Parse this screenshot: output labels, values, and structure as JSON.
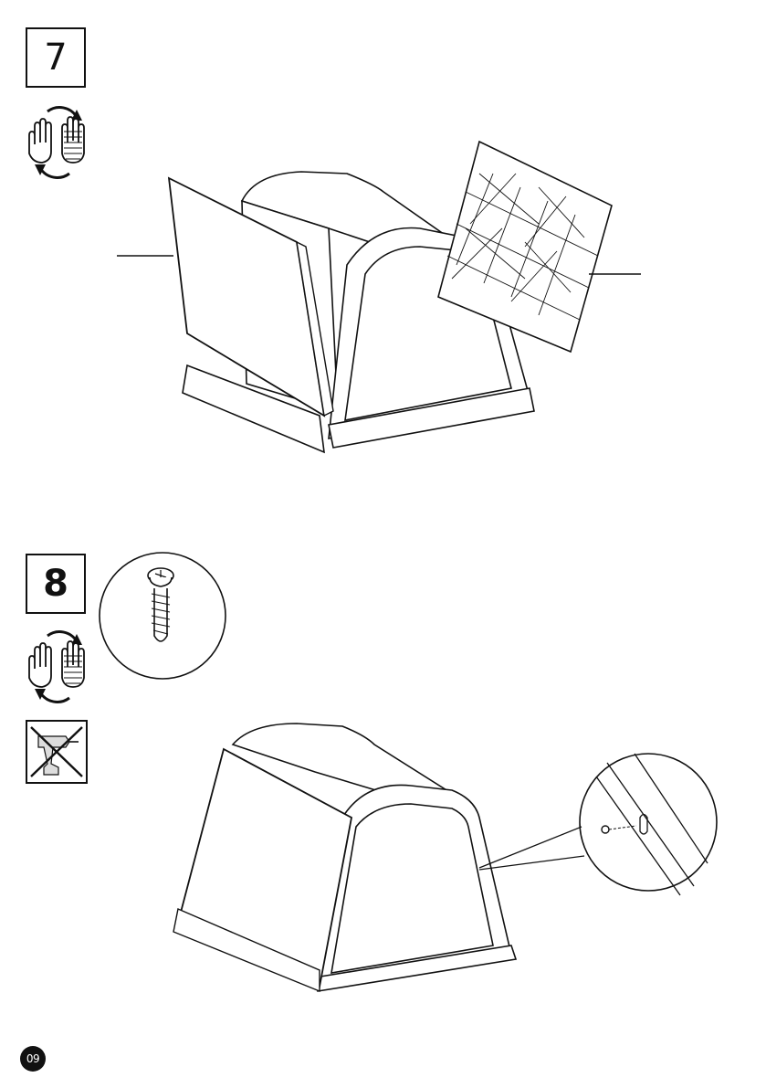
{
  "steps": [
    {
      "number": "7"
    },
    {
      "number": "8"
    }
  ],
  "icons": {
    "two_person": "two-person-assembly-icon",
    "no_power_drill": "no-power-drill-icon",
    "screw": "screw-icon"
  },
  "page": {
    "number": "09"
  }
}
